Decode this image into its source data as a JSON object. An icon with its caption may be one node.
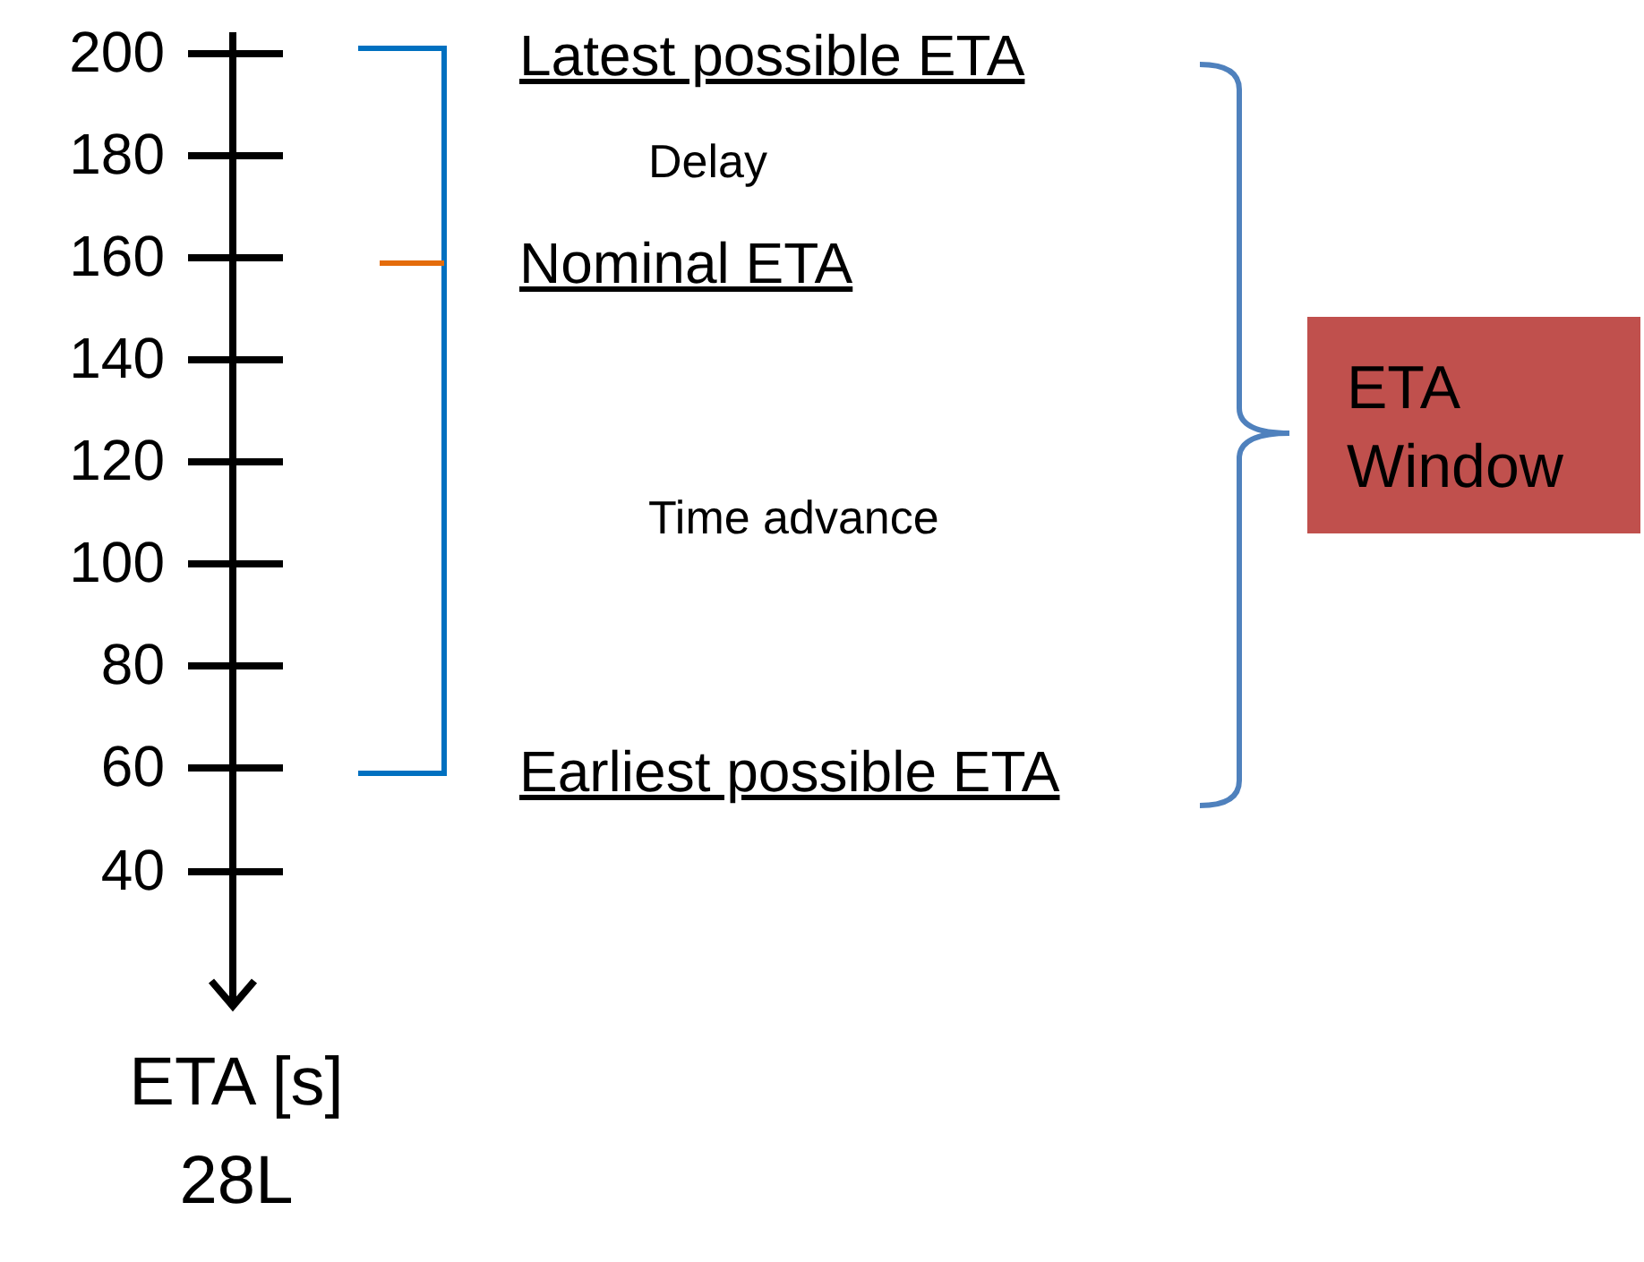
{
  "diagram": {
    "nodes": [
      {
        "text": [
          "ETA Window"
        ]
      }
    ],
    "edges": [],
    "labels": [
      "200",
      "Latest possible ETA",
      "180",
      "Delay",
      "160",
      "Nominal ETA",
      "140",
      "120",
      "Time advance",
      "100",
      "80",
      "60",
      "Earliest possible ETA",
      "40",
      "ETA [s]",
      "28L"
    ]
  }
}
